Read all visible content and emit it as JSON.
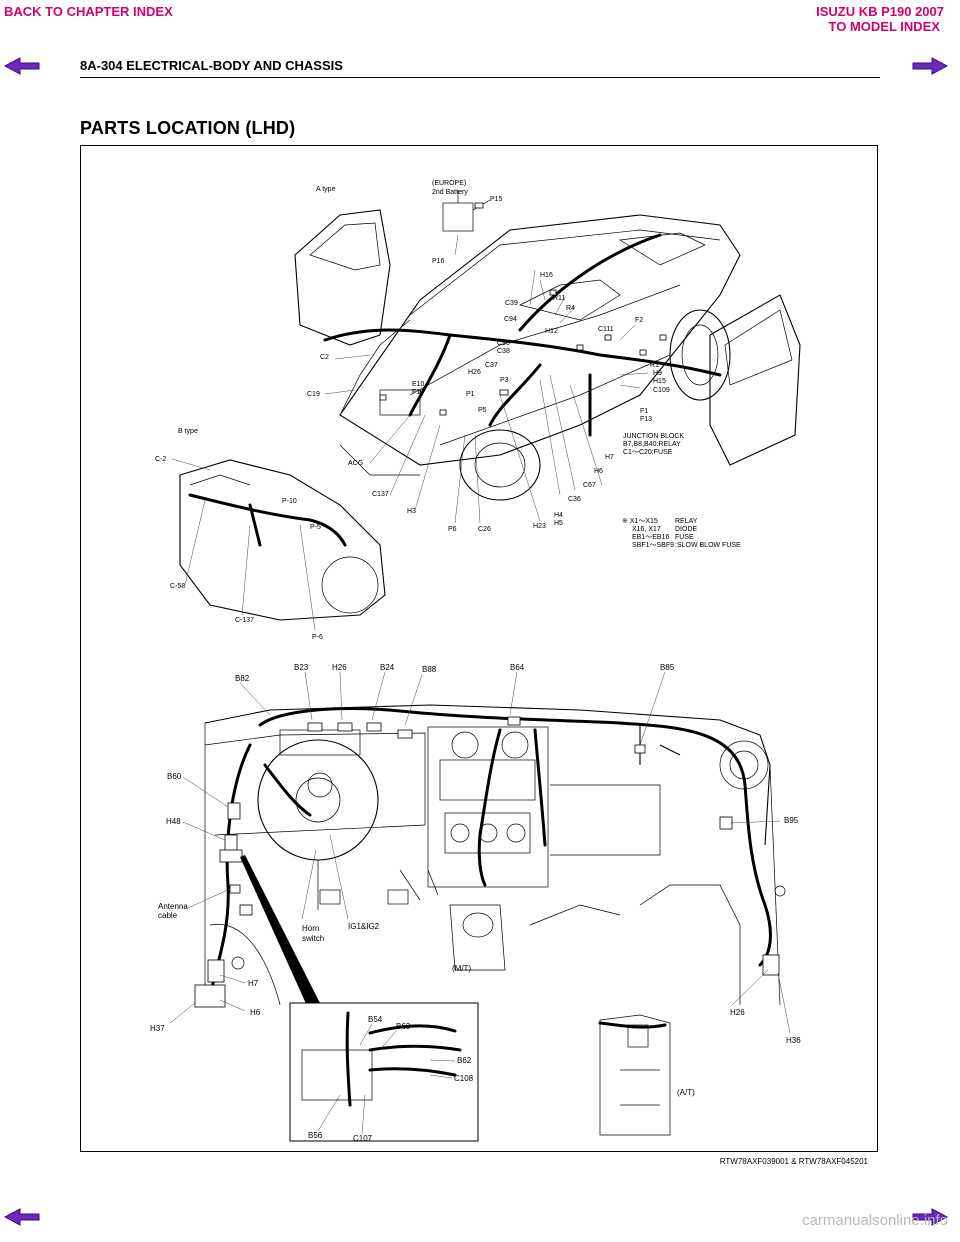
{
  "nav": {
    "back_chapter": "BACK TO CHAPTER INDEX",
    "model_title": "ISUZU KB P190 2007",
    "to_model_index": "TO MODEL INDEX"
  },
  "header": {
    "title": "8A-304  ELECTRICAL-BODY AND CHASSIS"
  },
  "section": {
    "title": "PARTS LOCATION (LHD)"
  },
  "upper_diagram": {
    "a_type": "A type",
    "europe": "(EUROPE)",
    "second_battery": "2nd Battery",
    "b_type": "B type",
    "labels": [
      "P15",
      "P16",
      "H16",
      "R11",
      "C39",
      "R4",
      "H12",
      "C94",
      "C95",
      "C38",
      "C37",
      "C111",
      "F2",
      "R1",
      "H9",
      "H15",
      "C109",
      "C2",
      "H26",
      "P3",
      "E10",
      "F10",
      "P1",
      "P5",
      "C19",
      "F1",
      "F13",
      "ACG",
      "C137",
      "H3",
      "P6",
      "C26",
      "H23",
      "H4",
      "H5",
      "C36",
      "C67",
      "H6",
      "H7"
    ],
    "junction_block": [
      "JUNCTION BLOCK",
      "B7,B8,B40:RELAY",
      "C1～C20:FUSE"
    ],
    "b_type_labels": [
      "C-2",
      "P-10",
      "P-5",
      "C-58",
      "C-137",
      "P-6"
    ],
    "legend": [
      {
        "key": "※ X1～X15",
        "val": "RELAY"
      },
      {
        "key": "X16, X17",
        "val": "DIODE"
      },
      {
        "key": "EB1～EB16",
        "val": "FUSE"
      },
      {
        "key": "SBF1～SBF9",
        "val": ":SLOW BLOW FUSE"
      }
    ]
  },
  "lower_diagram": {
    "labels": [
      "B82",
      "B23",
      "H26",
      "B24",
      "B88",
      "B64",
      "B85",
      "B60",
      "H48",
      "B95",
      "IG1&IG2",
      "H7",
      "H6",
      "H37",
      "H26",
      "H36",
      "B54",
      "B63",
      "B62",
      "C108",
      "B56",
      "C107"
    ],
    "antenna": [
      "Antenna",
      "cable"
    ],
    "horn": [
      "Horn",
      "switch"
    ],
    "mt": "(M/T)",
    "at": "(A/T)"
  },
  "figure_caption": "RTW78AXF039001 & RTW78AXF045201",
  "watermark": "carmanualsonline.info"
}
